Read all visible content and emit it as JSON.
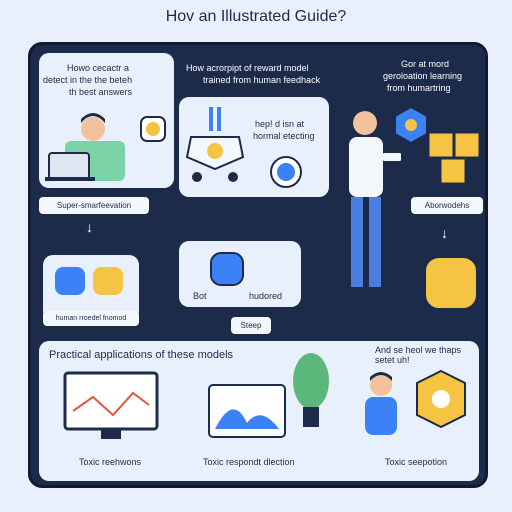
{
  "title": "Hov an Illustrated Guide?",
  "top_left": {
    "line1": "Howo cecactr a",
    "line2": "detect in the the beteh",
    "line3": "th best answers"
  },
  "top_center": {
    "line1": "How acrorpipt of reward model",
    "line2": "trained from human feedhack"
  },
  "top_right": {
    "line1": "Gor at mord",
    "line2": "geroloation learning",
    "line3": "from humartring"
  },
  "mid_center": {
    "line1": "hep! d isn at",
    "line2": "hormal etecting"
  },
  "labels": {
    "left_box": "Super-smarfeevation",
    "right_box": "Aborwodehs",
    "left_bottom_box": "human rroedel fnomod",
    "bot_label": "Bot",
    "hudored_label": "hudored",
    "step": "Steep",
    "practical": "Practical applications of these models",
    "speech": "And se heol we thaps setet uh!",
    "bottom_left": "Toxic reehwons",
    "bottom_center": "Toxic respondt dlection",
    "bottom_right": "Toxic seepotion"
  },
  "colors": {
    "panel": "#1c2b49",
    "accent_blue": "#3b82f6",
    "accent_yellow": "#f6c443",
    "pants_blue": "#4a7ee0"
  },
  "icons": [
    "person-at-laptop-icon",
    "robot-reward-model-icon",
    "person-presenting-icon",
    "gear-yellow-icon",
    "gear-blue-icon",
    "cube-stack-icon",
    "plant-icon",
    "monitor-chart-icon",
    "person-reading-icon"
  ]
}
